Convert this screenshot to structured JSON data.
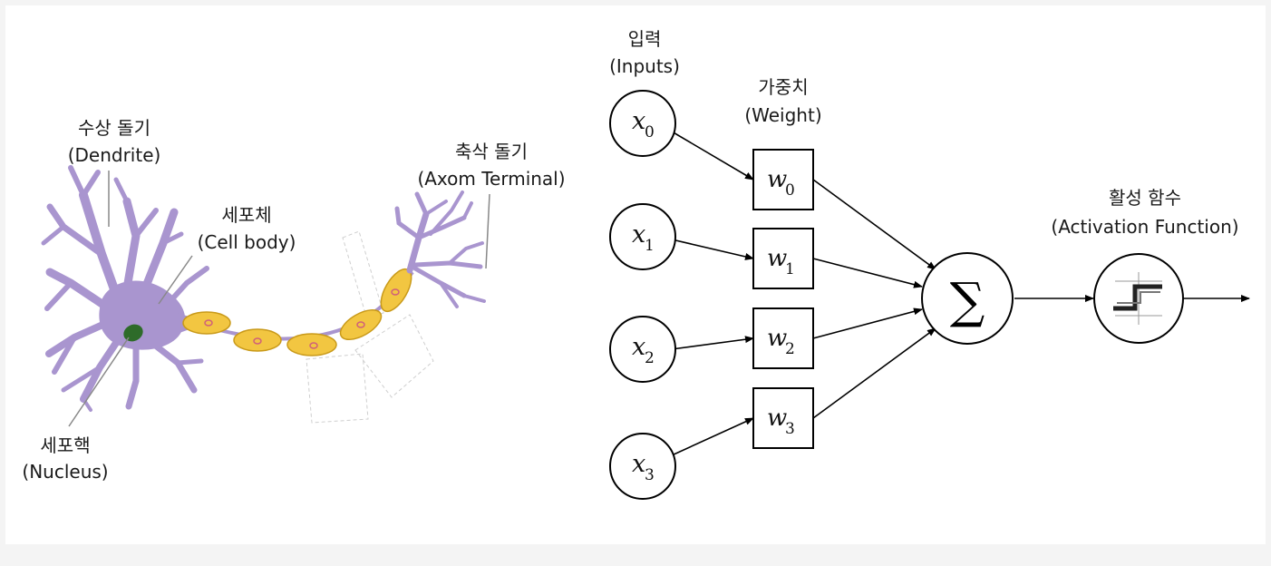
{
  "neuron": {
    "dendrite_ko": "수상 돌기",
    "dendrite_en": "(Dendrite)",
    "cellbody_ko": "세포체",
    "cellbody_en": "(Cell body)",
    "nucleus_ko": "세포핵",
    "nucleus_en": "(Nucleus)",
    "axon_ko": "축삭 돌기",
    "axon_en": "(Axom Terminal)"
  },
  "perceptron": {
    "inputs_ko": "입력",
    "inputs_en": "(Inputs)",
    "weight_ko": "가중치",
    "weight_en": "(Weight)",
    "activation_ko": "활성 함수",
    "activation_en": "(Activation Function)",
    "inputs": [
      {
        "sym": "x",
        "sub": "0"
      },
      {
        "sym": "x",
        "sub": "1"
      },
      {
        "sym": "x",
        "sub": "2"
      },
      {
        "sym": "x",
        "sub": "3"
      }
    ],
    "weights": [
      {
        "sym": "w",
        "sub": "0"
      },
      {
        "sym": "w",
        "sub": "1"
      },
      {
        "sym": "w",
        "sub": "2"
      },
      {
        "sym": "w",
        "sub": "3"
      }
    ],
    "sum_symbol": "∑"
  },
  "colors": {
    "neuron_body": "#a995cf",
    "neuron_outline": "#7b68a6",
    "nucleus": "#2e6b2a",
    "myelin": "#f2c641",
    "myelin_outline": "#c99a1a",
    "node_dot": "#e3738a",
    "background": "#ffffff",
    "page": "#f4f4f4"
  }
}
